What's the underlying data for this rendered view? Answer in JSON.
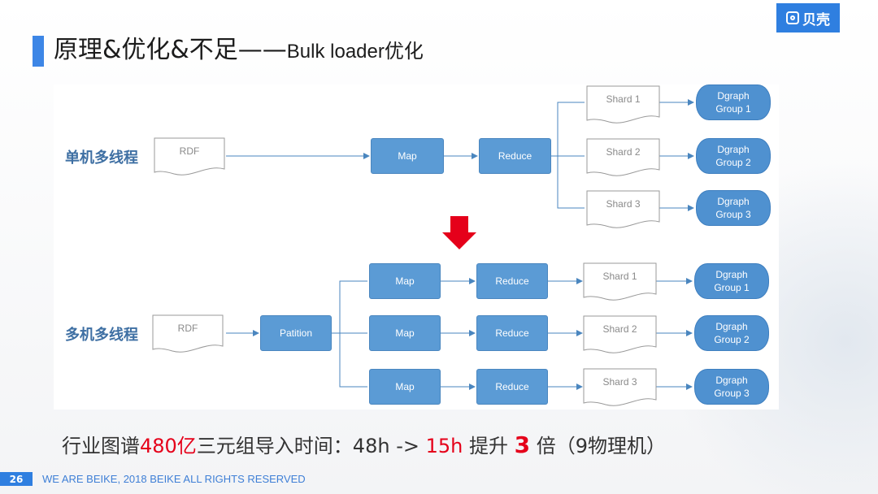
{
  "header": {
    "title_main": "原理&优化&不足——",
    "title_sub": "Bulk loader优化",
    "logo_text": "贝壳"
  },
  "diagram": {
    "colors": {
      "node": "#5b9bd5",
      "group": "#4f91d0",
      "arrow": "#4a86bf",
      "down_arrow": "#e5001a"
    },
    "single": {
      "label": "单机多线程",
      "rdf": "RDF",
      "map": "Map",
      "reduce": "Reduce",
      "shards": [
        "Shard 1",
        "Shard 2",
        "Shard 3"
      ],
      "groups": [
        "Dgraph\nGroup 1",
        "Dgraph\nGroup 2",
        "Dgraph\nGroup 3"
      ]
    },
    "multi": {
      "label": "多机多线程",
      "rdf": "RDF",
      "partition": "Patition",
      "maps": [
        "Map",
        "Map",
        "Map"
      ],
      "reduces": [
        "Reduce",
        "Reduce",
        "Reduce"
      ],
      "shards": [
        "Shard 1",
        "Shard 2",
        "Shard 3"
      ],
      "groups": [
        "Dgraph\nGroup 1",
        "Dgraph\nGroup 2",
        "Dgraph\nGroup 3"
      ]
    }
  },
  "stat": {
    "prefix": "行业图谱",
    "count": "480亿",
    "middle": "三元组导入时间：48h -> ",
    "after": "15h",
    "gain_label": " 提升 ",
    "factor": "3",
    "suffix": " 倍（9物理机）"
  },
  "footer": {
    "page_number": "26",
    "copyright": "WE ARE BEIKE, 2018 BEIKE ALL RIGHTS RESERVED"
  }
}
